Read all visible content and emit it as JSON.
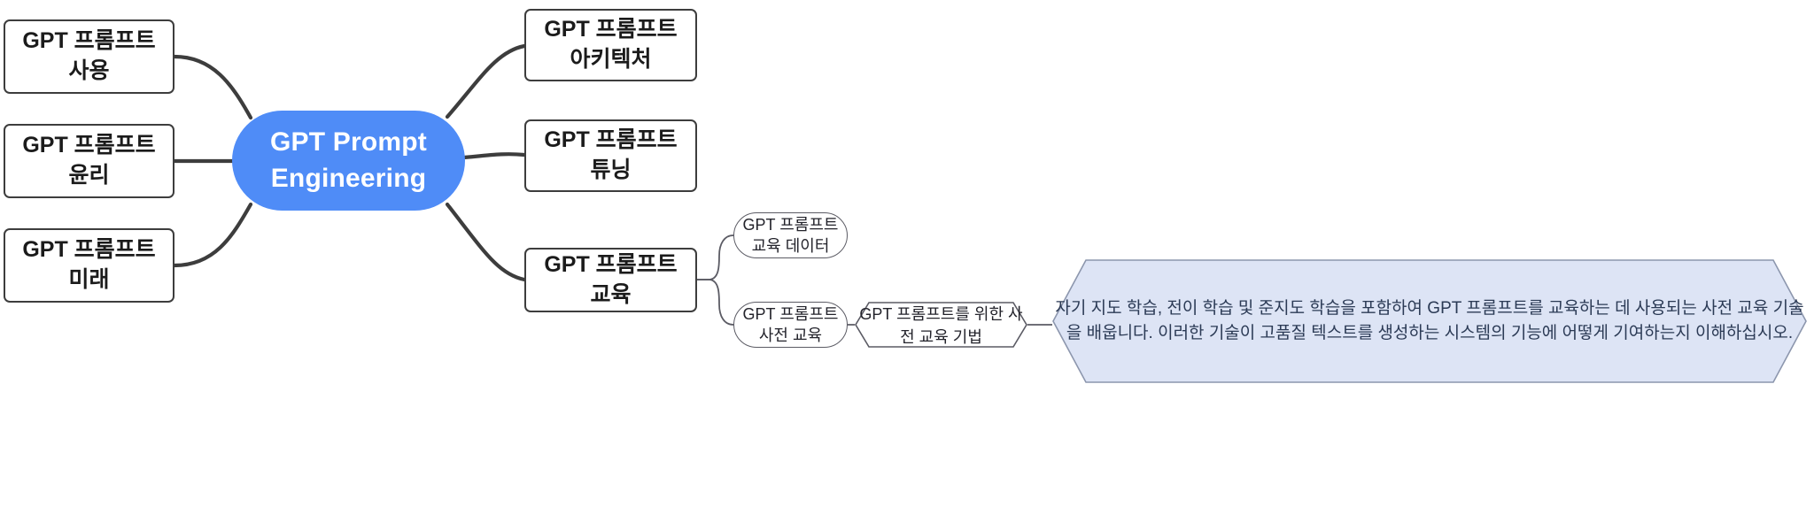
{
  "diagram": {
    "type": "mind-map",
    "title": "GPT Prompt Engineering",
    "background_color": "#ffffff",
    "accent_color": "#4f8cf7",
    "callout_fill": "#dde4f5",
    "edge_color": "#3d3d3d"
  },
  "center": {
    "label": "GPT Prompt\nEngineering"
  },
  "left_branches": [
    {
      "label": "GPT 프롬프트\n사용"
    },
    {
      "label": "GPT 프롬프트\n윤리"
    },
    {
      "label": "GPT 프롬프트\n미래"
    }
  ],
  "right_branches": [
    {
      "label": "GPT 프롬프트\n아키텍처"
    },
    {
      "label": "GPT 프롬프트\n튜닝"
    },
    {
      "label": "GPT 프롬프트\n교육"
    }
  ],
  "education_children": [
    {
      "label": "GPT 프롬프트\n교육 데이터"
    },
    {
      "label": "GPT 프롬프트\n사전 교육"
    }
  ],
  "technique_node": {
    "label": "GPT 프롬프트를\n위한 사전 교육 기법"
  },
  "callout": {
    "label": "자기 지도 학습, 전이 학습 및 준지도\n학습을 포함하여 GPT 프롬프트를\n교육하는 데 사용되는 사전 교육 기술을\n배웁니다. 이러한 기술이 고품질 텍스트를\n생성하는 시스템의 기능에 어떻게\n기여하는지 이해하십시오."
  }
}
